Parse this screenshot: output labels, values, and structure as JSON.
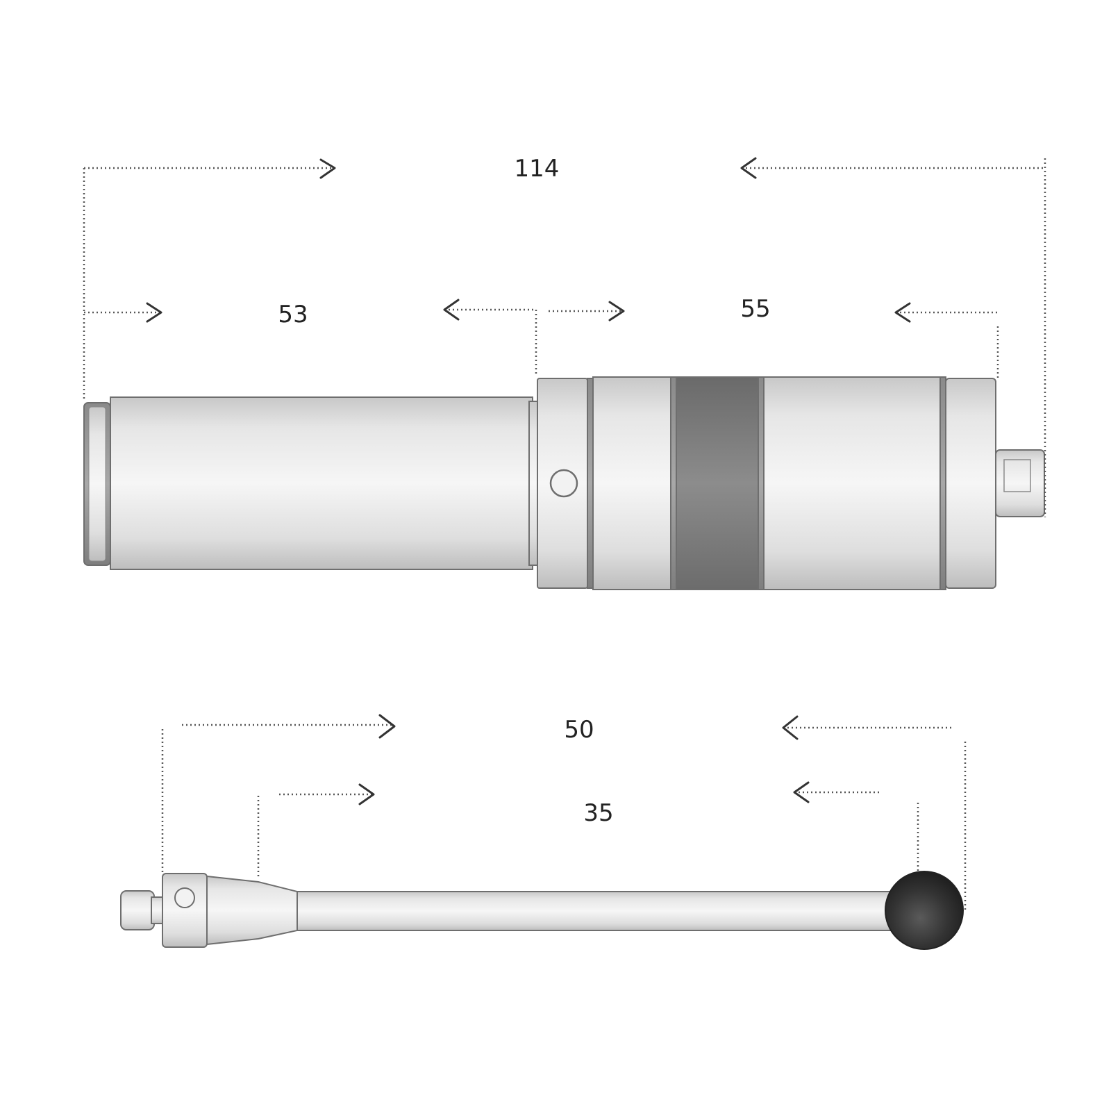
{
  "dimensions": {
    "overall_length": "114",
    "body_length": "53",
    "head_length": "55",
    "stylus_length": "50",
    "stylus_effective_length": "35"
  },
  "colors": {
    "metal_light": "#ececec",
    "metal_mid": "#d2d2d2",
    "metal_dark": "#b8b8b8",
    "band_dark": "#7a7a7a",
    "ball_dark": "#2f2f2f",
    "outline": "#6e6e6e",
    "dimension_line": "#555555"
  }
}
